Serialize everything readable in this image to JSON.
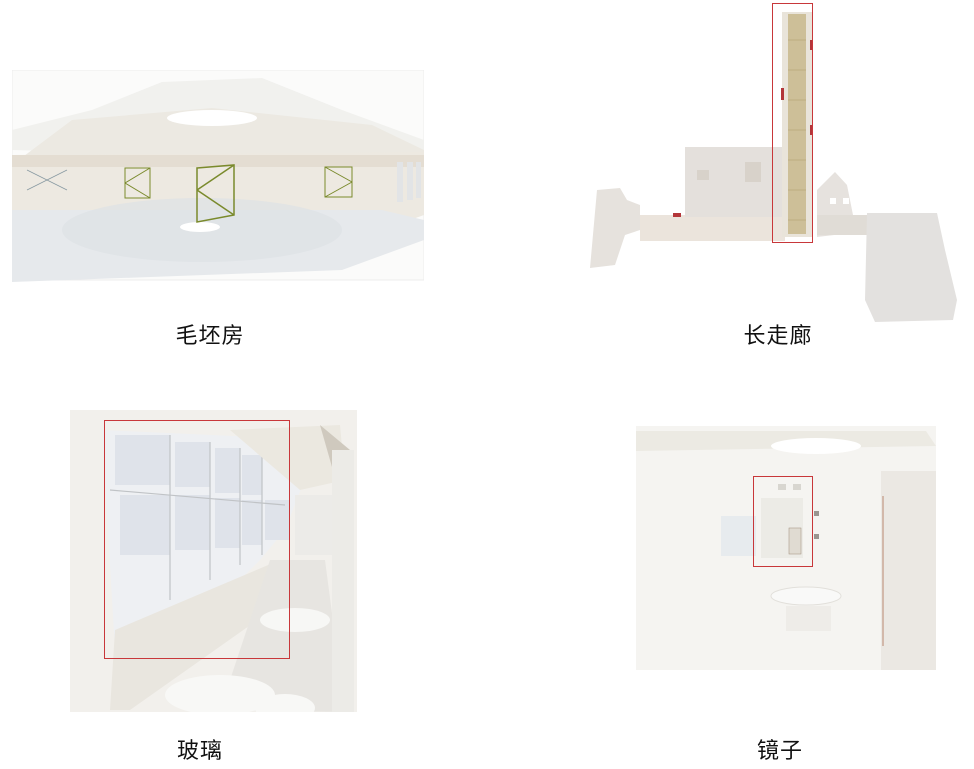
{
  "figure": {
    "panels": [
      {
        "id": "rough-room",
        "caption": "毛坯房",
        "has_highlight": false
      },
      {
        "id": "long-corridor",
        "caption": "长走廊",
        "has_highlight": true
      },
      {
        "id": "glass",
        "caption": "玻璃",
        "has_highlight": true
      },
      {
        "id": "mirror",
        "caption": "镜子",
        "has_highlight": true
      }
    ],
    "highlight_color": "#c8373a"
  }
}
